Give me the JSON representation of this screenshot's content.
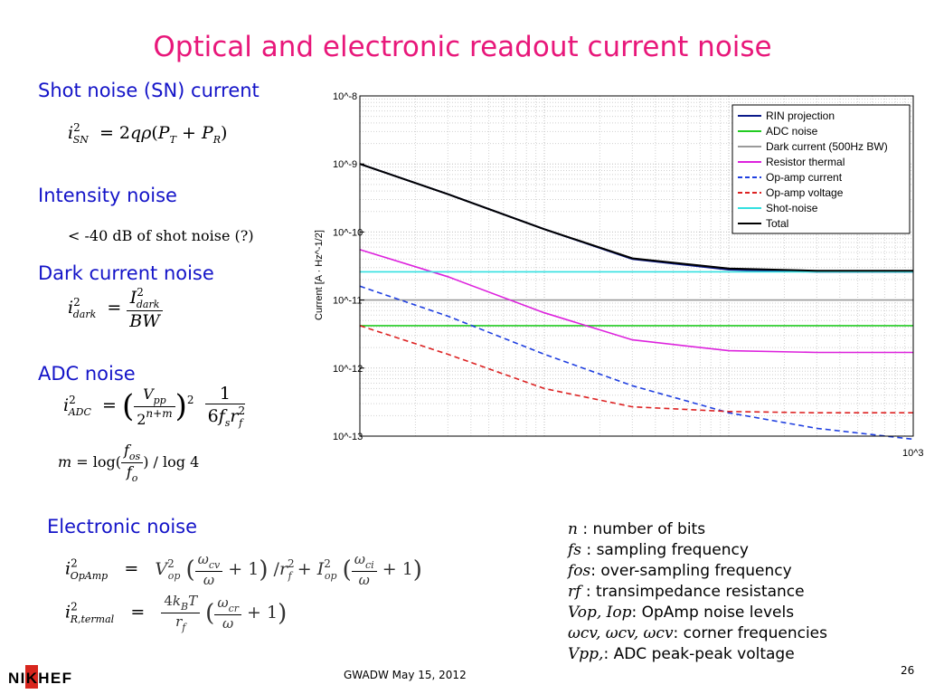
{
  "title": "Optical and electronic readout current noise",
  "sections": {
    "shot": "Shot noise (SN) current",
    "intensity": "Intensity noise",
    "intensity_note": "< -40 dB of shot noise (?)",
    "dark": "Dark current noise",
    "adc": "ADC noise",
    "electronic": "Electronic noise"
  },
  "definitions": [
    {
      "sym": "n",
      "text": " : number of bits"
    },
    {
      "sym": "fs",
      "text": " : sampling frequency"
    },
    {
      "sym": "fos",
      "text": ": over-sampling frequency"
    },
    {
      "sym": "rf",
      "text": " : transimpedance resistance"
    },
    {
      "sym": "Vop, Iop",
      "text": ": OpAmp noise levels"
    },
    {
      "sym": "ωcv, ωcv, ωcv",
      "text": ": corner frequencies"
    },
    {
      "sym": "Vpp,",
      "text": ": ADC peak-peak voltage"
    }
  ],
  "footer": "GWADW May 15, 2012",
  "page_number": "26",
  "logo_text": "NIKHEF",
  "chart_data": {
    "type": "line",
    "ylabel": "Current [A · Hz^-1/2]",
    "xscale": "log",
    "yscale": "log",
    "xlim": [
      1,
      1000
    ],
    "ylim": [
      1e-13,
      1e-08
    ],
    "grid": true,
    "legend_position": "top-right",
    "y_ticks": [
      "10^-8",
      "10^-9",
      "10^-10",
      "10^-11",
      "10^-12",
      "10^-13"
    ],
    "x_ticks_visible": [
      "10^3"
    ],
    "series": [
      {
        "name": "RIN projection",
        "color": "#0b1a8a",
        "style": "solid",
        "x": [
          1,
          3,
          10,
          30,
          100,
          300,
          1000
        ],
        "y": [
          1e-09,
          3.6e-10,
          1.1e-10,
          4e-11,
          2.8e-11,
          2.6e-11,
          2.6e-11
        ]
      },
      {
        "name": "ADC noise",
        "color": "#22cc22",
        "style": "solid",
        "x": [
          1,
          1000
        ],
        "y": [
          4.2e-12,
          4.2e-12
        ]
      },
      {
        "name": "Dark current (500Hz BW)",
        "color": "#9a9a9a",
        "style": "solid",
        "x": [
          1,
          1000
        ],
        "y": [
          1e-11,
          1e-11
        ]
      },
      {
        "name": "Resistor thermal",
        "color": "#dd22dd",
        "style": "solid",
        "x": [
          1,
          3,
          10,
          30,
          100,
          300,
          1000
        ],
        "y": [
          5.5e-11,
          2.2e-11,
          6.5e-12,
          2.6e-12,
          1.8e-12,
          1.7e-12,
          1.7e-12
        ]
      },
      {
        "name": "Op-amp current",
        "color": "#1f3fe0",
        "style": "dashed",
        "x": [
          1,
          3,
          10,
          30,
          100,
          300,
          1000
        ],
        "y": [
          1.6e-11,
          5.8e-12,
          1.6e-12,
          5.5e-13,
          2.2e-13,
          1.3e-13,
          9e-14
        ]
      },
      {
        "name": "Op-amp voltage",
        "color": "#dd2222",
        "style": "dashed",
        "x": [
          1,
          3,
          10,
          30,
          100,
          300,
          1000
        ],
        "y": [
          4.2e-12,
          1.6e-12,
          5e-13,
          2.7e-13,
          2.3e-13,
          2.2e-13,
          2.2e-13
        ]
      },
      {
        "name": "Shot-noise",
        "color": "#33e0e0",
        "style": "solid",
        "x": [
          1,
          1000
        ],
        "y": [
          2.6e-11,
          2.6e-11
        ]
      },
      {
        "name": "Total",
        "color": "#000000",
        "style": "solid",
        "x": [
          1,
          3,
          10,
          30,
          100,
          300,
          1000
        ],
        "y": [
          1e-09,
          3.6e-10,
          1.1e-10,
          4.1e-11,
          2.9e-11,
          2.7e-11,
          2.7e-11
        ]
      }
    ]
  }
}
